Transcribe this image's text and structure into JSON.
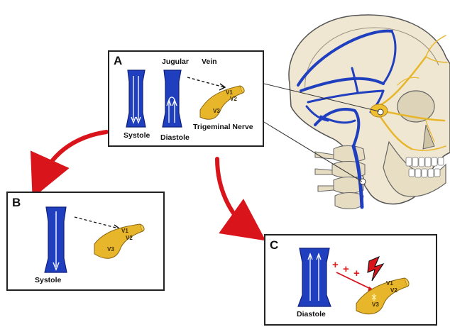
{
  "panels": {
    "a": {
      "label": "A",
      "title_left": "Jugular",
      "title_right": "Vein",
      "nerve_label": "Trigeminal Nerve",
      "systole_label": "Systole",
      "diastole_label": "Diastole"
    },
    "b": {
      "label": "B",
      "systole_label": "Systole"
    },
    "c": {
      "label": "C",
      "diastole_label": "Diastole",
      "plus_signs": [
        "+",
        "+",
        "+"
      ]
    }
  },
  "nerve_branch_labels": [
    "V1",
    "V2",
    "V3"
  ],
  "colors": {
    "vein": "#1f3fbf",
    "vein_dark": "#0f1f7a",
    "nerve": "#e8b62a",
    "arrow": "#d9141b",
    "bone": "#efe7d2",
    "panel_border": "#222222"
  },
  "icons": [
    "curved-red-arrow-icon",
    "lightning-bolt-icon",
    "dashed-arrow-icon"
  ]
}
